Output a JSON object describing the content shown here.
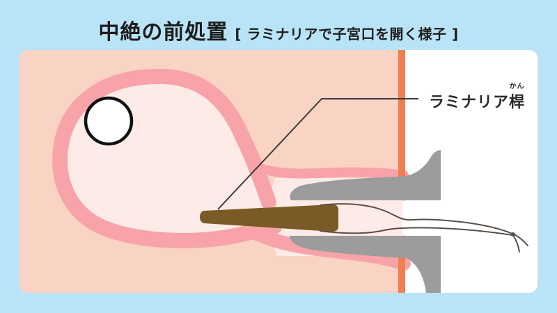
{
  "title": {
    "main": "中絶の前処置",
    "bracket": "[ ラミナリアで子宮口を開く様子 ]"
  },
  "callout": {
    "base": "ラミナリア",
    "kanji": "桿",
    "furigana": "かん"
  },
  "colors": {
    "background": "#b9e3f6",
    "panel-white": "#ffffff",
    "flesh": "#f9d3c4",
    "uterus-wall": "#f8a3a9",
    "uterus-cavity": "#fdebe7",
    "body-surface": "#ef7f4f",
    "speculum": "#9c9c9c",
    "rod": "#7a5a27",
    "string": "#57504a",
    "line": "#3a3a3a",
    "sac-fill": "#ffffff",
    "sac-stroke": "#111111",
    "text": "#1c1c1c"
  }
}
